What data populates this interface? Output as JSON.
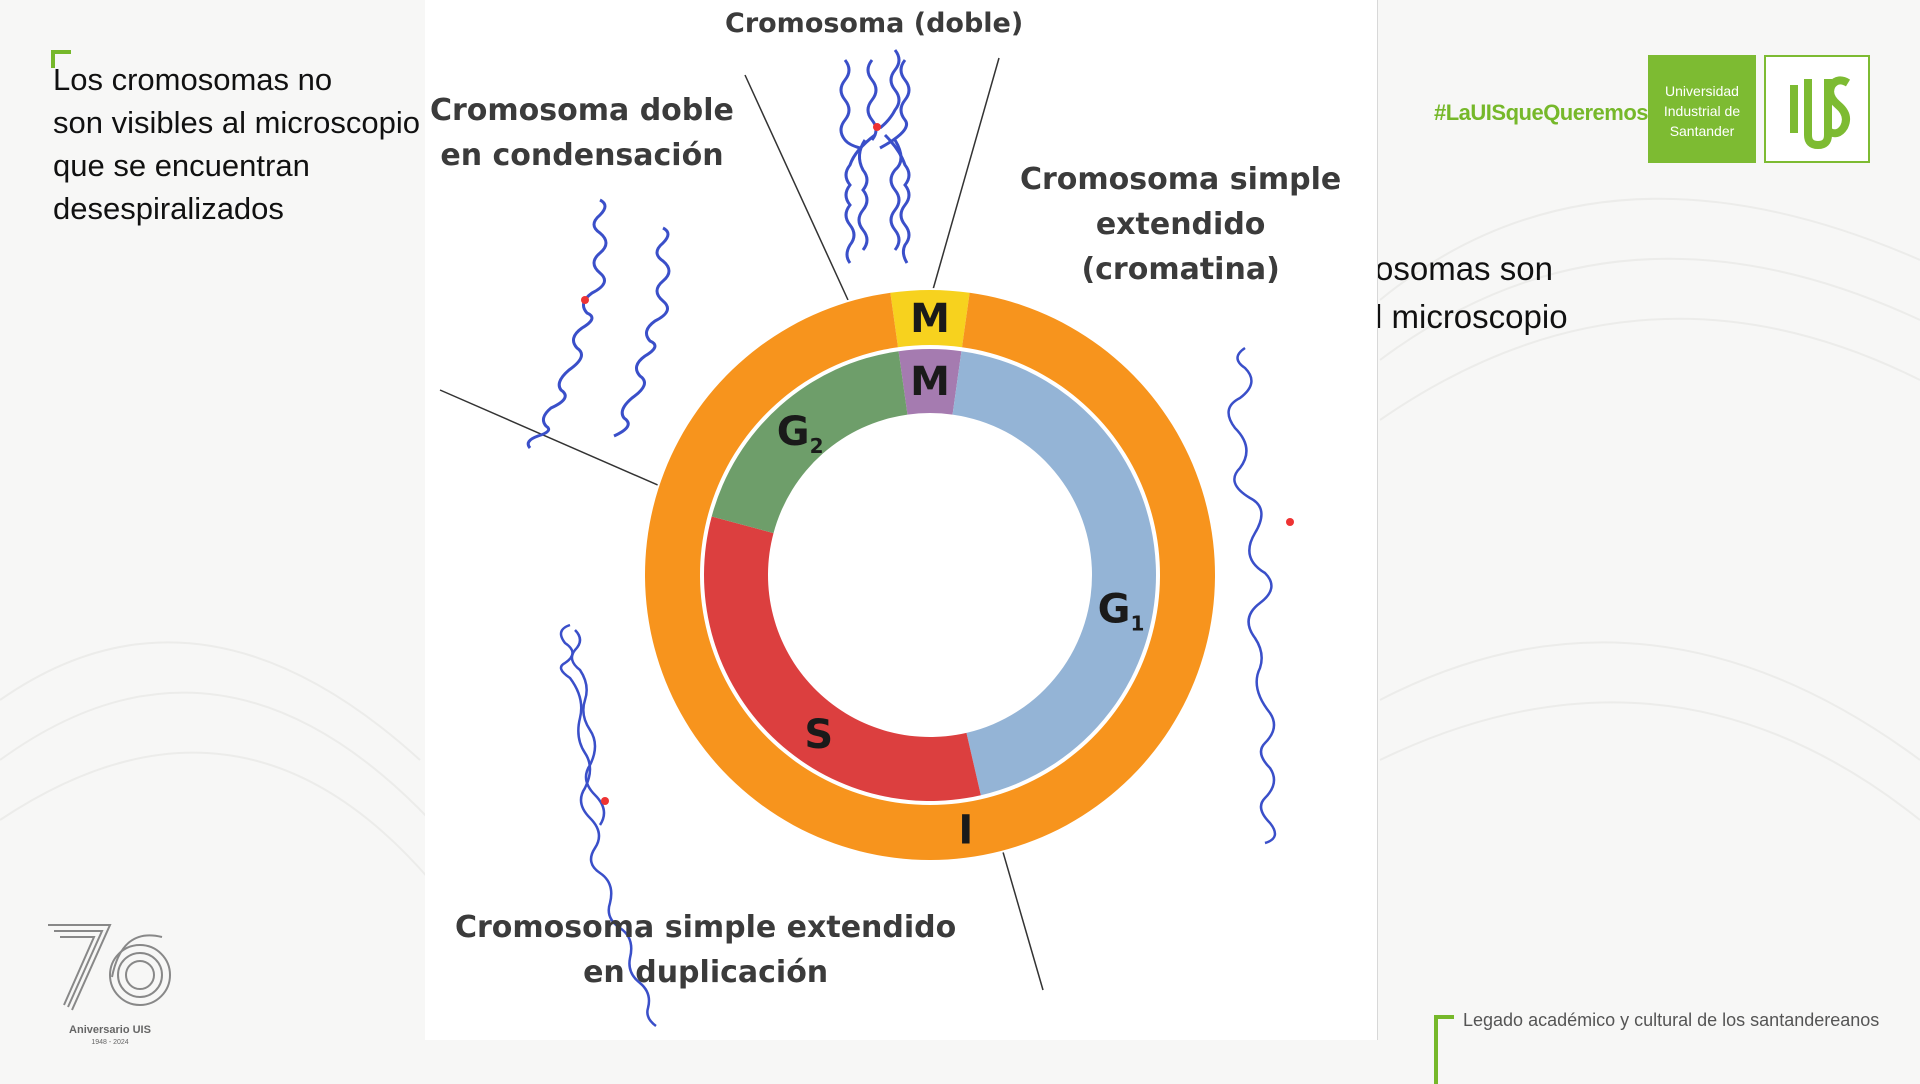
{
  "slide": {
    "left_text": "Los cromosomas no\nson visibles al microscopio\nque se encuentran\ndesespiralizados",
    "right_partial_text": "osomas son\nl microscopio"
  },
  "diagram": {
    "label_top": "Cromosoma (doble)",
    "label_condensing": "Cromosoma doble\nen condensación",
    "label_extended": "Cromosoma simple\nextendido\n(cromatina)",
    "label_duplicating": "Cromosoma simple extendido\nen duplicación",
    "outer_ring": [
      {
        "label": "M",
        "color": "#f7d21e"
      },
      {
        "label": "I",
        "color": "#f7941d"
      }
    ],
    "inner_ring": [
      {
        "label": "M",
        "color": "#a57bb0"
      },
      {
        "label": "G1",
        "color": "#94b4d6"
      },
      {
        "label": "S",
        "color": "#dc3f3f"
      },
      {
        "label": "G2",
        "color": "#6e9e6a"
      }
    ]
  },
  "branding": {
    "hashtag": "#LaUISqueQueremos",
    "university_name": "Universidad\nIndustrial de\nSantander",
    "uis_logo_icon": "uis-monogram-icon",
    "anniversary_icon": "76-anniversary-logo",
    "anniversary_text": "Aniversario UIS",
    "anniversary_years": "1948 - 2024",
    "footer_text": "Legado académico y cultural de los santandereanos",
    "accent_color": "#76b82a"
  }
}
